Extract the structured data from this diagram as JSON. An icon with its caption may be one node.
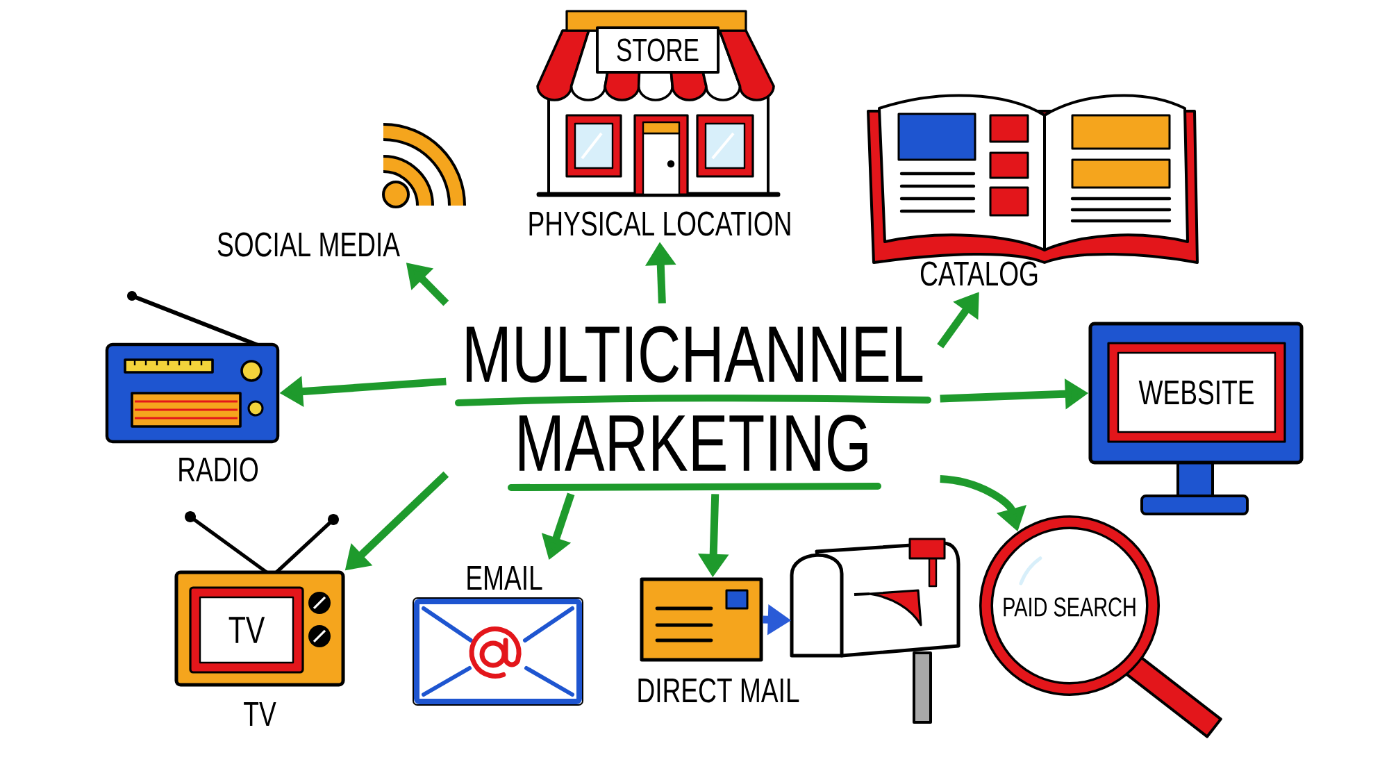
{
  "diagram": {
    "nodes": [
      {
        "text": [
          "MULTICHANNEL MARKETING"
        ]
      },
      {
        "text": [
          "SOCIAL MEDIA"
        ]
      },
      {
        "text": [
          "STORE",
          "PHYSICAL LOCATION"
        ]
      },
      {
        "text": [
          "CATALOG"
        ]
      },
      {
        "text": [
          "RADIO"
        ]
      },
      {
        "text": [
          "WEBSITE"
        ]
      },
      {
        "text": [
          "TV",
          "TV"
        ]
      },
      {
        "text": [
          "EMAIL"
        ]
      },
      {
        "text": [
          "DIRECT MAIL"
        ]
      },
      {
        "text": [],
        "shape": "picture"
      },
      {
        "text": [
          "PAID SEARCH"
        ]
      }
    ],
    "edges": [
      {
        "from": 0,
        "to": 1,
        "arrow": "to"
      },
      {
        "from": 0,
        "to": 2,
        "arrow": "to"
      },
      {
        "from": 0,
        "to": 3,
        "arrow": "to"
      },
      {
        "from": 0,
        "to": 4,
        "arrow": "to"
      },
      {
        "from": 0,
        "to": 5,
        "arrow": "to"
      },
      {
        "from": 0,
        "to": 6,
        "arrow": "to"
      },
      {
        "from": 0,
        "to": 7,
        "arrow": "to"
      },
      {
        "from": 0,
        "to": 8,
        "arrow": "to"
      },
      {
        "from": 0,
        "to": 10,
        "arrow": "to"
      },
      {
        "from": 8,
        "to": 9,
        "arrow": "to",
        "color": "#2a5bd7"
      }
    ]
  }
}
